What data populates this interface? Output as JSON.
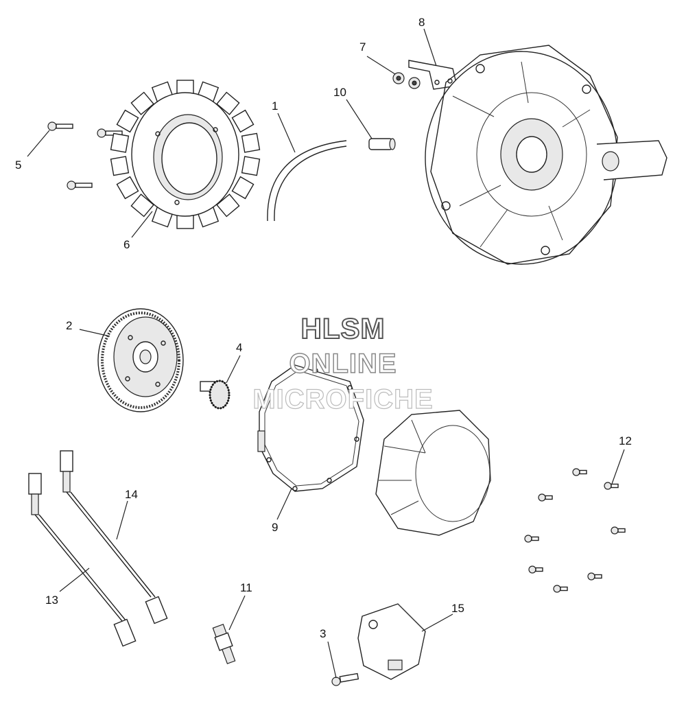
{
  "watermark": {
    "line1": "HLSM",
    "line2": "ONLINE",
    "line3": "MICROFICHE"
  },
  "callouts": [
    {
      "id": "1",
      "text": "1"
    },
    {
      "id": "2",
      "text": "2"
    },
    {
      "id": "3",
      "text": "3"
    },
    {
      "id": "4",
      "text": "4"
    },
    {
      "id": "5",
      "text": "5"
    },
    {
      "id": "6",
      "text": "6"
    },
    {
      "id": "7",
      "text": "7"
    },
    {
      "id": "8",
      "text": "8"
    },
    {
      "id": "9",
      "text": "9"
    },
    {
      "id": "10",
      "text": "10"
    },
    {
      "id": "11",
      "text": "11"
    },
    {
      "id": "12",
      "text": "12"
    },
    {
      "id": "13",
      "text": "13"
    },
    {
      "id": "14",
      "text": "14"
    },
    {
      "id": "15",
      "text": "15"
    }
  ]
}
